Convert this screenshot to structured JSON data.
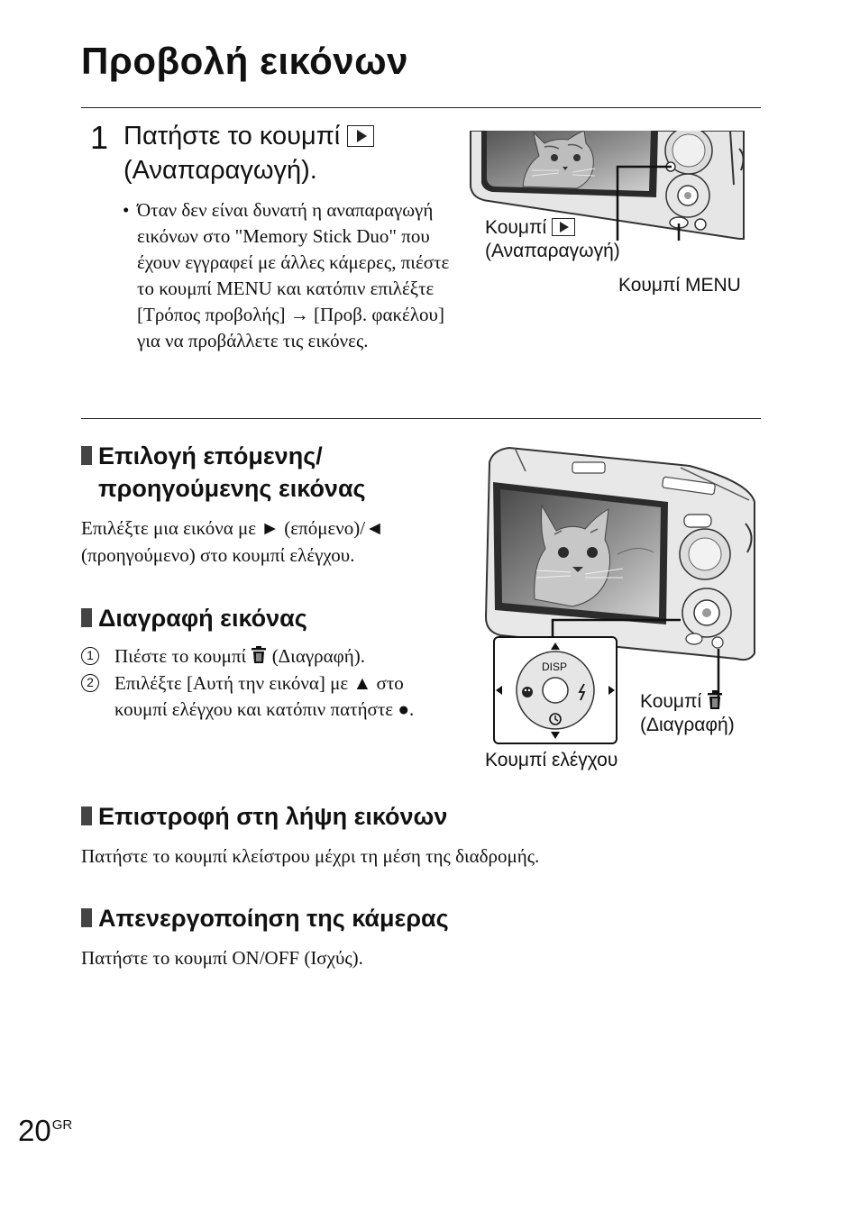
{
  "title": "Προβολή εικόνων",
  "step1": {
    "number": "1",
    "line1": "Πατήστε το κουμπί",
    "line2": "(Αναπαραγωγή).",
    "note_bullet": "•",
    "note": "Όταν δεν είναι δυνατή η αναπαραγωγή εικόνων στο \"Memory Stick Duo\" που έχουν εγγραφεί με άλλες κάμερες, πιέστε το κουμπί MENU και κατόπιν επιλέξτε [Τρόπος προβολής] → [Προβ. φακέλου] για να προβάλλετε τις εικόνες."
  },
  "figure1": {
    "play_label_1": "Κουμπί",
    "play_label_2": "(Αναπαραγωγή)",
    "menu_label": "Κουμπί MENU"
  },
  "section_next": {
    "heading_line1": "Επιλογή επόμενης/",
    "heading_line2": "προηγούμενης εικόνας",
    "text_line1": "Επιλέξτε μια εικόνα με ► (επόμενο)/◄",
    "text_line2": "(προηγούμενο) στο κουμπί ελέγχου."
  },
  "section_delete": {
    "heading": "Διαγραφή εικόνας",
    "steps": [
      {
        "num": "1",
        "text_a": "Πιέστε το κουμπί",
        "text_b": "(Διαγραφή)."
      },
      {
        "num": "2",
        "text": "Επιλέξτε [Αυτή την εικόνα] με ▲ στο κουμπί ελέγχου και κατόπιν πατήστε ●."
      }
    ]
  },
  "figure2": {
    "delete_label_1": "Κουμπί",
    "delete_label_2": "(Διαγραφή)",
    "control_label": "Κουμπί ελέγχου",
    "disp": "DISP"
  },
  "section_shoot": {
    "heading": "Επιστροφή στη λήψη εικόνων",
    "text": "Πατήστε το κουμπί κλείστρου μέχρι τη μέση της διαδρομής."
  },
  "section_off": {
    "heading": "Απενεργοποίηση της κάμερας",
    "text": "Πατήστε το κουμπί ON/OFF (Ισχύς)."
  },
  "page": {
    "number": "20",
    "suffix": "GR"
  }
}
